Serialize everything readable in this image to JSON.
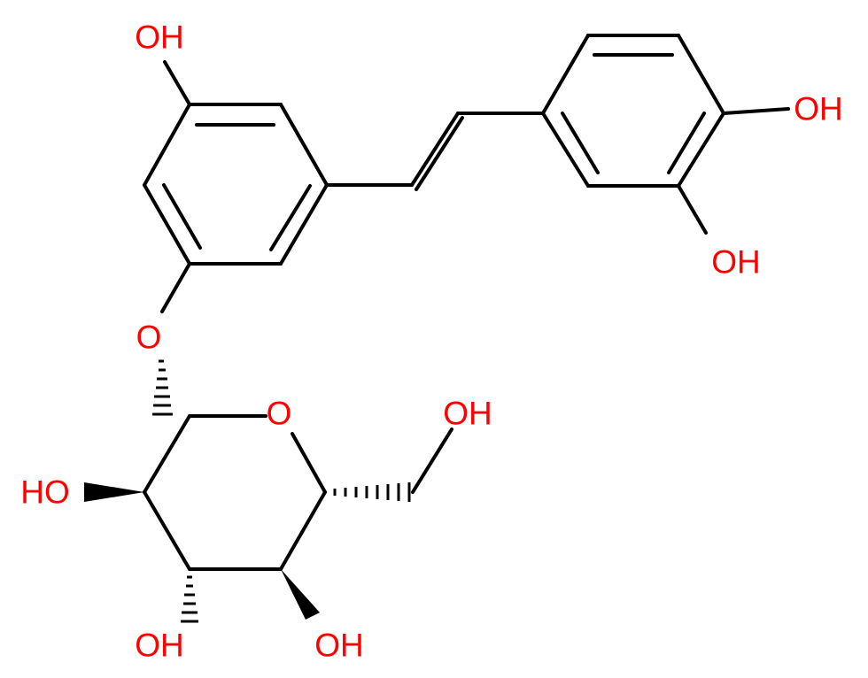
{
  "colors": {
    "bond": "#000000",
    "heteroatom": "#ff0000",
    "background": "#ffffff"
  },
  "labels": {
    "oh_top": "OH",
    "oh_right_upper": "OH",
    "oh_right_lower": "OH",
    "o_glycosidic": "O",
    "o_ring": "O",
    "oh_ch2": "OH",
    "oh_c2": "HO",
    "oh_c3": "OH",
    "oh_c4": "OH"
  }
}
